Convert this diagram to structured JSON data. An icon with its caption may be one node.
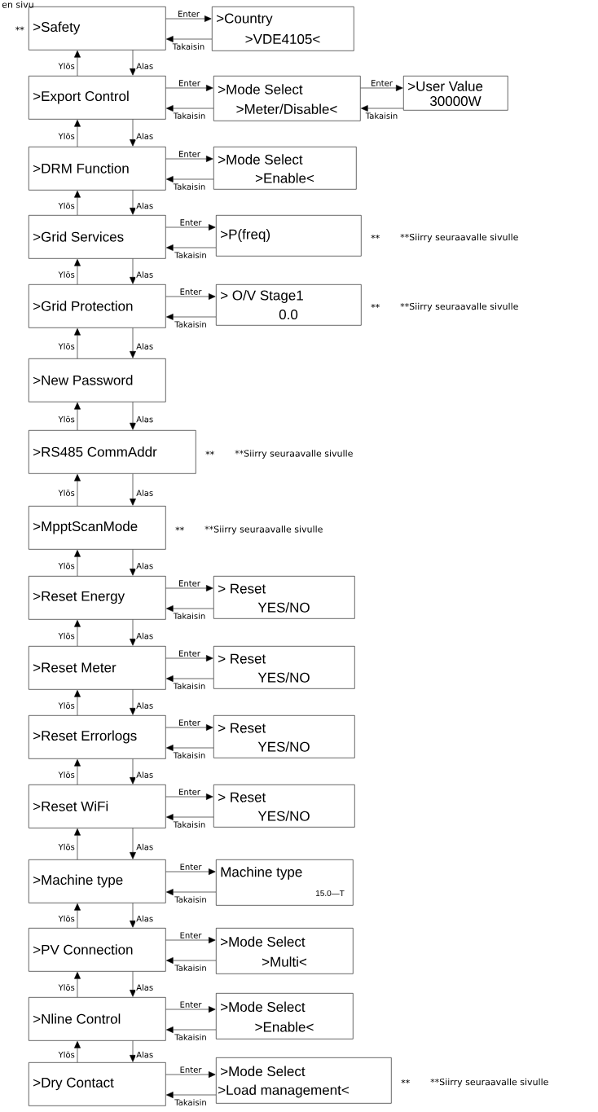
{
  "diagram": {
    "nodes": [
      {
        "text": [
          ">Safety"
        ],
        "beside": [
          "**"
        ]
      },
      {
        "text": [
          ">Country",
          ">VDE4105<"
        ]
      },
      {
        "text": [
          ">Export Control"
        ]
      },
      {
        "text": [
          ">Mode Select",
          ">Meter/Disable<"
        ]
      },
      {
        "text": [
          ">User Value",
          "30000W"
        ]
      },
      {
        "text": [
          ">DRM Function"
        ]
      },
      {
        "text": [
          ">Mode Select",
          ">Enable<"
        ]
      },
      {
        "text": [
          ">Grid Services"
        ]
      },
      {
        "text": [
          ">P(freq)"
        ],
        "beside": [
          "**",
          "**Siirry seuraavalle sivulle"
        ]
      },
      {
        "text": [
          ">Grid Protection"
        ]
      },
      {
        "text": [
          "> O/V Stage1",
          "0.0"
        ],
        "beside": [
          "**",
          "**Siirry seuraavalle sivulle"
        ]
      },
      {
        "text": [
          ">New Password"
        ]
      },
      {
        "text": [
          ">RS485 CommAddr"
        ],
        "beside": [
          "**",
          "**Siirry seuraavalle sivulle"
        ]
      },
      {
        "text": [
          ">MpptScanMode"
        ],
        "beside": [
          "**",
          "**Siirry seuraavalle sivulle"
        ]
      },
      {
        "text": [
          ">Reset Energy"
        ]
      },
      {
        "text": [
          "> Reset",
          "YES/NO"
        ]
      },
      {
        "text": [
          ">Reset Meter"
        ]
      },
      {
        "text": [
          "> Reset",
          "YES/NO"
        ]
      },
      {
        "text": [
          ">Reset Errorlogs"
        ]
      },
      {
        "text": [
          "> Reset",
          "YES/NO"
        ]
      },
      {
        "text": [
          ">Reset WiFi"
        ]
      },
      {
        "text": [
          "> Reset",
          "YES/NO"
        ]
      },
      {
        "text": [
          ">Machine type"
        ]
      },
      {
        "text": [
          "Machine type",
          "15.0—T"
        ]
      },
      {
        "text": [
          ">PV Connection"
        ]
      },
      {
        "text": [
          ">Mode Select",
          ">Multi<"
        ]
      },
      {
        "text": [
          ">Nline Control"
        ]
      },
      {
        "text": [
          ">Mode Select",
          ">Enable<"
        ]
      },
      {
        "text": [
          ">Dry Contact"
        ]
      },
      {
        "text": [
          ">Mode Select",
          ">Load management<"
        ],
        "beside": [
          "**",
          "**Siirry seuraavalle sivulle"
        ]
      }
    ],
    "edges": [
      {
        "from": 0,
        "to": 1,
        "arrow": "to",
        "label": "Enter"
      },
      {
        "from": 1,
        "to": 0,
        "arrow": "to",
        "label": "Takaisin"
      },
      {
        "from": 0,
        "to": 2,
        "arrow": "to",
        "label": "Alas"
      },
      {
        "from": 2,
        "to": 0,
        "arrow": "to",
        "label": "Ylös"
      },
      {
        "from": 2,
        "to": 3,
        "arrow": "to",
        "label": "Enter"
      },
      {
        "from": 3,
        "to": 2,
        "arrow": "to",
        "label": "Takaisin"
      },
      {
        "from": 3,
        "to": 4,
        "arrow": "to",
        "label": "Enter"
      },
      {
        "from": 4,
        "to": 3,
        "arrow": "to",
        "label": "Takaisin"
      },
      {
        "from": 2,
        "to": 5,
        "arrow": "to",
        "label": "Alas"
      },
      {
        "from": 5,
        "to": 2,
        "arrow": "to",
        "label": "Ylös"
      },
      {
        "from": 5,
        "to": 6,
        "arrow": "to",
        "label": "Enter"
      },
      {
        "from": 6,
        "to": 5,
        "arrow": "to",
        "label": "Takaisin"
      },
      {
        "from": 5,
        "to": 7,
        "arrow": "to",
        "label": "Alas"
      },
      {
        "from": 7,
        "to": 5,
        "arrow": "to",
        "label": "Ylös"
      },
      {
        "from": 7,
        "to": 8,
        "arrow": "to",
        "label": "Enter"
      },
      {
        "from": 8,
        "to": 7,
        "arrow": "to",
        "label": "Takaisin"
      },
      {
        "from": 7,
        "to": 9,
        "arrow": "to",
        "label": "Alas"
      },
      {
        "from": 9,
        "to": 7,
        "arrow": "to",
        "label": "Ylös"
      },
      {
        "from": 9,
        "to": 10,
        "arrow": "to",
        "label": "Enter"
      },
      {
        "from": 10,
        "to": 9,
        "arrow": "to",
        "label": "Takaisin"
      },
      {
        "from": 9,
        "to": 11,
        "arrow": "to",
        "label": "Alas"
      },
      {
        "from": 11,
        "to": 9,
        "arrow": "to",
        "label": "Ylös"
      },
      {
        "from": 11,
        "to": 12,
        "arrow": "to",
        "label": "Alas"
      },
      {
        "from": 12,
        "to": 11,
        "arrow": "to",
        "label": "Ylös"
      },
      {
        "from": 12,
        "to": 13,
        "arrow": "to",
        "label": "Alas"
      },
      {
        "from": 13,
        "to": 12,
        "arrow": "to",
        "label": "Ylös"
      },
      {
        "from": 13,
        "to": 14,
        "arrow": "to",
        "label": "Alas"
      },
      {
        "from": 14,
        "to": 13,
        "arrow": "to",
        "label": "Ylös"
      },
      {
        "from": 14,
        "to": 15,
        "arrow": "to",
        "label": "Enter"
      },
      {
        "from": 15,
        "to": 14,
        "arrow": "to",
        "label": "Takaisin"
      },
      {
        "from": 14,
        "to": 16,
        "arrow": "to",
        "label": "Alas"
      },
      {
        "from": 16,
        "to": 14,
        "arrow": "to",
        "label": "Ylös"
      },
      {
        "from": 16,
        "to": 17,
        "arrow": "to",
        "label": "Enter"
      },
      {
        "from": 17,
        "to": 16,
        "arrow": "to",
        "label": "Takaisin"
      },
      {
        "from": 16,
        "to": 18,
        "arrow": "to",
        "label": "Alas"
      },
      {
        "from": 18,
        "to": 16,
        "arrow": "to",
        "label": "Ylös"
      },
      {
        "from": 18,
        "to": 19,
        "arrow": "to",
        "label": "Enter"
      },
      {
        "from": 19,
        "to": 18,
        "arrow": "to",
        "label": "Takaisin"
      },
      {
        "from": 18,
        "to": 20,
        "arrow": "to",
        "label": "Alas"
      },
      {
        "from": 20,
        "to": 18,
        "arrow": "to",
        "label": "Ylös"
      },
      {
        "from": 20,
        "to": 21,
        "arrow": "to",
        "label": "Enter"
      },
      {
        "from": 21,
        "to": 20,
        "arrow": "to",
        "label": "Takaisin"
      },
      {
        "from": 20,
        "to": 22,
        "arrow": "to",
        "label": "Alas"
      },
      {
        "from": 22,
        "to": 20,
        "arrow": "to",
        "label": "Ylös"
      },
      {
        "from": 22,
        "to": 23,
        "arrow": "to",
        "label": "Enter"
      },
      {
        "from": 23,
        "to": 22,
        "arrow": "to",
        "label": "Takaisin"
      },
      {
        "from": 22,
        "to": 24,
        "arrow": "to",
        "label": "Alas"
      },
      {
        "from": 24,
        "to": 22,
        "arrow": "to",
        "label": "Ylös"
      },
      {
        "from": 24,
        "to": 25,
        "arrow": "to",
        "label": "Enter"
      },
      {
        "from": 25,
        "to": 24,
        "arrow": "to",
        "label": "Takaisin"
      },
      {
        "from": 24,
        "to": 26,
        "arrow": "to",
        "label": "Alas"
      },
      {
        "from": 26,
        "to": 24,
        "arrow": "to",
        "label": "Ylös"
      },
      {
        "from": 26,
        "to": 27,
        "arrow": "to",
        "label": "Enter"
      },
      {
        "from": 27,
        "to": 26,
        "arrow": "to",
        "label": "Takaisin"
      },
      {
        "from": 26,
        "to": 28,
        "arrow": "to",
        "label": "Alas"
      },
      {
        "from": 28,
        "to": 26,
        "arrow": "to",
        "label": "Ylös"
      },
      {
        "from": 28,
        "to": 29,
        "arrow": "to",
        "label": "Enter"
      },
      {
        "from": 29,
        "to": 28,
        "arrow": "to",
        "label": "Takaisin"
      }
    ],
    "labels": [
      "en sivu"
    ]
  }
}
